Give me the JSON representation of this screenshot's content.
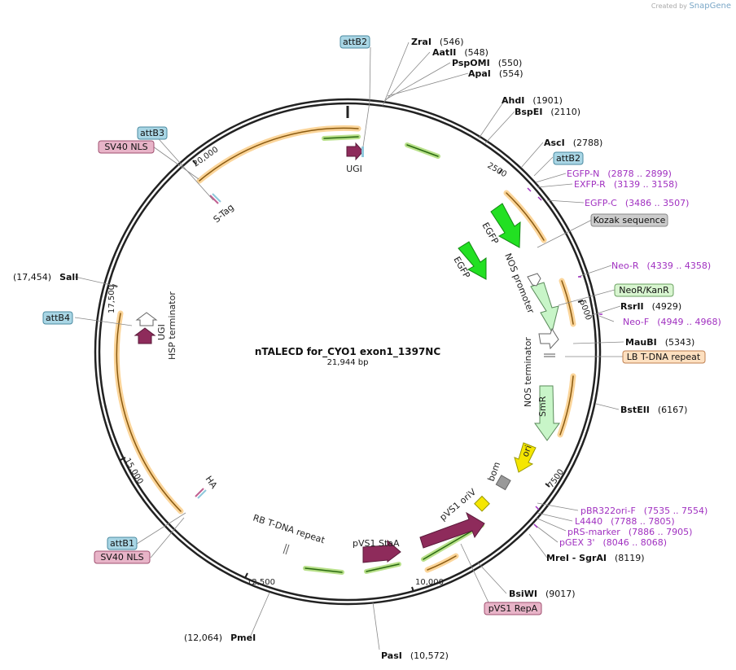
{
  "credit": {
    "prefix": "Created by",
    "brand": "SnapGene"
  },
  "plasmid": {
    "name": "nTALECD for_CYO1 exon1_1397NC",
    "length": "21,944 bp"
  },
  "tick_labels": [
    "20,000",
    "2500",
    "5000",
    "7500",
    "10,000",
    "12,500",
    "15,000",
    "17,500"
  ],
  "sites": [
    {
      "name": "ZraI",
      "pos": "(546)"
    },
    {
      "name": "AatII",
      "pos": "(548)"
    },
    {
      "name": "PspOMI",
      "pos": "(550)"
    },
    {
      "name": "ApaI",
      "pos": "(554)"
    },
    {
      "name": "AhdI",
      "pos": "(1901)"
    },
    {
      "name": "BspEI",
      "pos": "(2110)"
    },
    {
      "name": "AscI",
      "pos": "(2788)"
    },
    {
      "name": "RsrII",
      "pos": "(4929)"
    },
    {
      "name": "MauBI",
      "pos": "(5343)"
    },
    {
      "name": "BstEII",
      "pos": "(6167)"
    },
    {
      "name": "MreI - SgrAI",
      "pos": "(8119)"
    },
    {
      "name": "BsiWI",
      "pos": "(9017)"
    },
    {
      "name": "PasI",
      "pos": "(10,572)"
    },
    {
      "name": "PmeI",
      "pos": "(12,064)"
    },
    {
      "name": "SalI",
      "pos": "(17,454)"
    }
  ],
  "primers": [
    {
      "name": "EGFP-N",
      "range": "(2878 .. 2899)"
    },
    {
      "name": "EXFP-R",
      "range": "(3139 .. 3158)"
    },
    {
      "name": "EGFP-C",
      "range": "(3486 .. 3507)"
    },
    {
      "name": "Neo-R",
      "range": "(4339 .. 4358)"
    },
    {
      "name": "Neo-F",
      "range": "(4949 .. 4968)"
    },
    {
      "name": "pBR322ori-F",
      "range": "(7535 .. 7554)"
    },
    {
      "name": "L4440",
      "range": "(7788 .. 7805)"
    },
    {
      "name": "pRS-marker",
      "range": "(7886 .. 7905)"
    },
    {
      "name": "pGEX 3'",
      "range": "(8046 .. 8068)"
    }
  ],
  "boxed_labels": [
    {
      "text": "attB2"
    },
    {
      "text": "attB3"
    },
    {
      "text": "SV40 NLS"
    },
    {
      "text": "attB2"
    },
    {
      "text": "Kozak sequence"
    },
    {
      "text": "NeoR/KanR"
    },
    {
      "text": "LB T-DNA repeat"
    },
    {
      "text": "attB4"
    },
    {
      "text": "attB1"
    },
    {
      "text": "SV40 NLS"
    },
    {
      "text": "pVS1 RepA"
    }
  ],
  "feature_labels": {
    "ugi_top": "UGI",
    "s_tag": "S-Tag",
    "egfp_outer": "EGFP",
    "egfp_inner": "EGFP",
    "nos_promoter": "NOS promoter",
    "nos_terminator": "NOS terminator",
    "smr": "SmR",
    "ori": "ori",
    "bom": "bom",
    "pvs1_oriv": "pVS1 oriV",
    "pvs1_staa": "pVS1 StaA",
    "rb_tdna": "RB T-DNA repeat",
    "ha": "HA",
    "ugi_left": "UGI",
    "hsp_terminator": "HSP terminator"
  },
  "colors": {
    "backbone": "#222222",
    "orf_orange": "#f5a623",
    "feature_green": "#9ccc65",
    "egfp": "#22e022",
    "promoter": "#c8f5c8",
    "purple_feature": "#8e2b5b",
    "ori": "#f5e600",
    "bom": "#999999",
    "primer": "#a030c0",
    "attB_box": "#a9d6e5",
    "nls_box": "#e8b4c8",
    "kozak_box": "#cccccc",
    "neor_box": "#d8f5d0",
    "lb_box": "#fde0c0"
  }
}
